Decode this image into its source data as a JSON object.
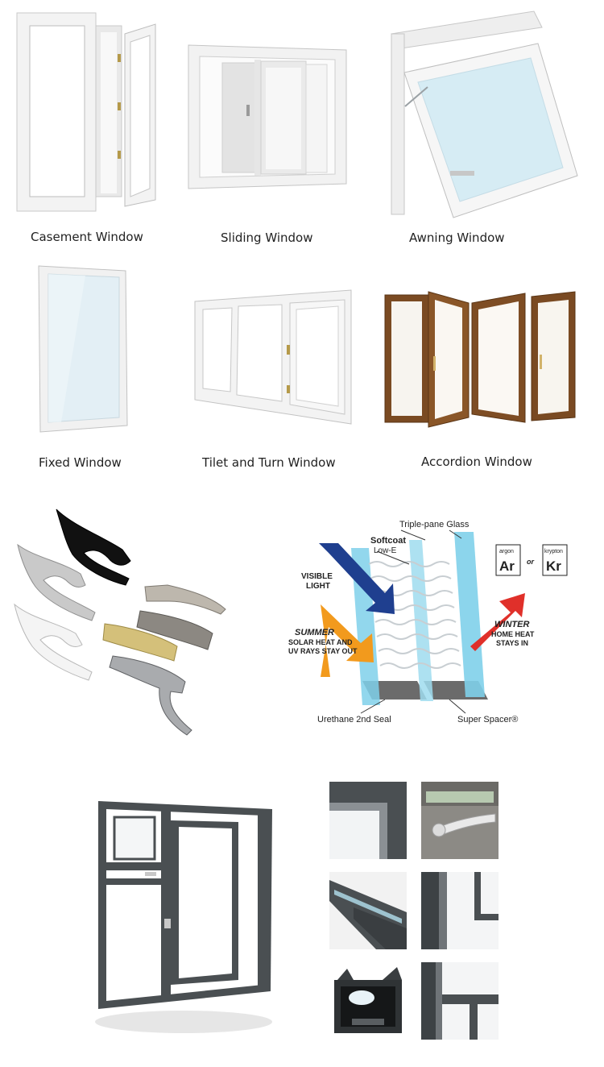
{
  "row1": {
    "casement": "Casement Window",
    "sliding": "Sliding Window",
    "awning": "Awning Window"
  },
  "row2": {
    "fixed": "Fixed Window",
    "tilt_turn": "Tilet and Turn Window",
    "accordion": "Accordion Window"
  },
  "glass_diagram": {
    "triple_pane": "Triple-pane Glass",
    "softcoat": "Softcoat",
    "low_e": "Low-E",
    "visible_line1": "VISIBLE",
    "visible_line2": "LIGHT",
    "summer_line1": "SUMMER",
    "summer_line2": "SOLAR HEAT AND",
    "summer_line3": "UV RAYS STAY OUT",
    "winter_line1": "WINTER",
    "winter_line2": "HOME HEAT",
    "winter_line3": "STAYS IN",
    "argon_small": "argon",
    "argon_symbol": "Ar",
    "or": "or",
    "krypton_small": "krypton",
    "krypton_symbol": "Kr",
    "urethane": "Urethane 2nd Seal",
    "spacer": "Super Spacer®"
  },
  "colors": {
    "frame_white": "#f4f4f4",
    "glass": "#d9ecf4",
    "wood": "#7a4a22",
    "aluminium": "#4a4f52",
    "visible_arrow": "#1f3f8f",
    "summer_arrow": "#f29a1d",
    "winter_arrow": "#e0302a",
    "pane_blue": "#7fd0ea"
  }
}
